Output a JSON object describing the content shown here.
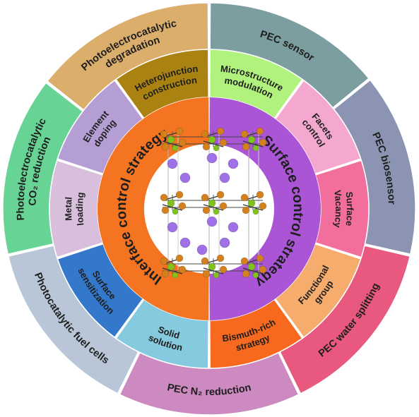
{
  "colors": {
    "outer": [
      "#7d9ea0",
      "#8b95b3",
      "#e9587f",
      "#cd8ac0",
      "#b8c6d8",
      "#67d496",
      "#dcae6c"
    ],
    "middle": [
      "#b0f27d",
      "#f4a8cf",
      "#f26e9d",
      "#f5ac6c",
      "#f6691e",
      "#86cadf",
      "#3478cc",
      "#d8bfdc",
      "#b59ed4",
      "#a98212"
    ],
    "inner_left": "#f47421",
    "inner_right": "#a955d6",
    "orange_atom": "#d4801c",
    "green_atom": "#7fc31b",
    "purple_atom": "#a070e8"
  },
  "outer_ring": [
    {
      "lines": [
        "PEC sensor"
      ]
    },
    {
      "lines": [
        "PEC biosensor"
      ]
    },
    {
      "lines": [
        "PEC water splitting"
      ]
    },
    {
      "lines": [
        "PEC N₂ reduction"
      ]
    },
    {
      "lines": [
        "Photocatalytic fuel cells"
      ]
    },
    {
      "lines": [
        "Photoelectrocatalytic",
        "CO₂ reduction"
      ]
    },
    {
      "lines": [
        "Photoelectrocatalytic",
        "degradation"
      ]
    }
  ],
  "middle_ring": [
    {
      "lines": [
        "Microstructure",
        "modulation"
      ]
    },
    {
      "lines": [
        "Facets",
        "control"
      ]
    },
    {
      "lines": [
        "Surface",
        "Vacancy"
      ]
    },
    {
      "lines": [
        "Functional",
        "group"
      ]
    },
    {
      "lines": [
        "Bismuth-rich",
        "strategy"
      ]
    },
    {
      "lines": [
        "Solid",
        "solution"
      ]
    },
    {
      "lines": [
        "Surface",
        "sensitization"
      ]
    },
    {
      "lines": [
        "Metal",
        "loading"
      ]
    },
    {
      "lines": [
        "Element",
        "doping"
      ]
    },
    {
      "lines": [
        "Heterojunction",
        "construction"
      ]
    }
  ],
  "inner_ring": {
    "left": "Interface control strategy",
    "right": "Surface control strategy"
  }
}
